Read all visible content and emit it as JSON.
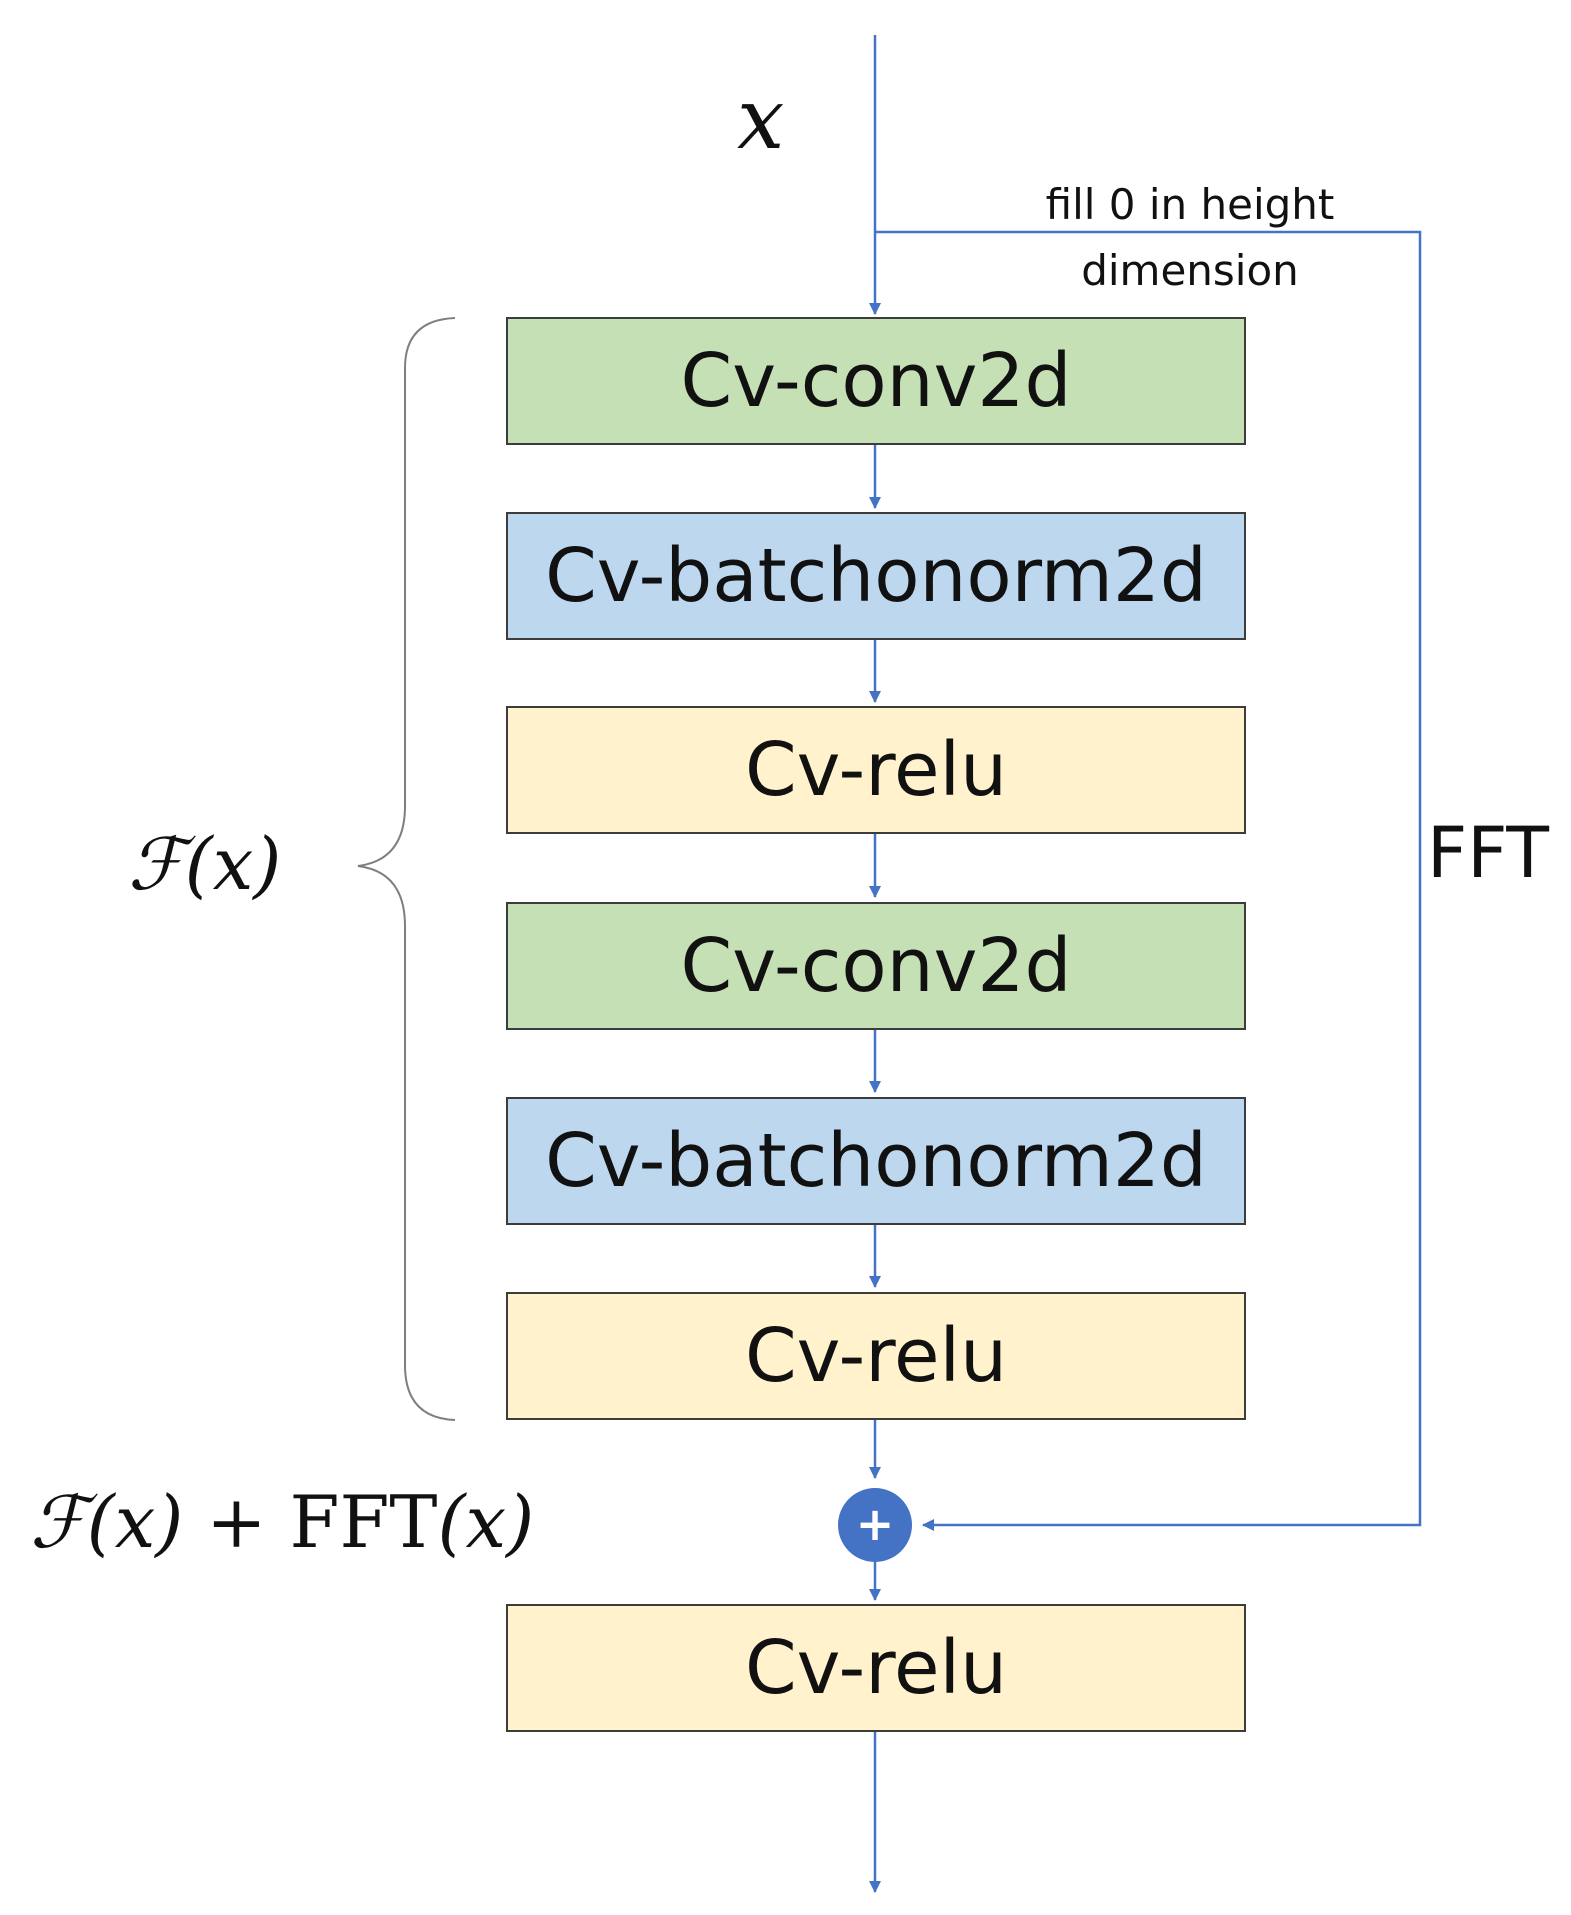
{
  "input_label": "x",
  "skip_note": {
    "line1": "fill 0 in height",
    "line2": "dimension"
  },
  "skip_label": "FFT",
  "brace_label": {
    "func": "ℱ",
    "arg": "(x)"
  },
  "sum_label": {
    "func": "ℱ",
    "arg": "(x)",
    "plus": " + ",
    "fft": "FFT",
    "fft_arg": "(x)"
  },
  "adder_symbol": "+",
  "blocks": [
    {
      "label": "Cv-conv2d"
    },
    {
      "label": "Cv-batchonorm2d"
    },
    {
      "label": "Cv-relu"
    },
    {
      "label": "Cv-conv2d"
    },
    {
      "label": "Cv-batchonorm2d"
    },
    {
      "label": "Cv-relu"
    },
    {
      "label": "Cv-relu"
    }
  ],
  "colors": {
    "line": "#4472c4",
    "adder": "#4472c4",
    "conv": "#c5e0b4",
    "norm": "#bdd7ee",
    "relu": "#fff2cc",
    "brace": "#7f7f7f"
  }
}
